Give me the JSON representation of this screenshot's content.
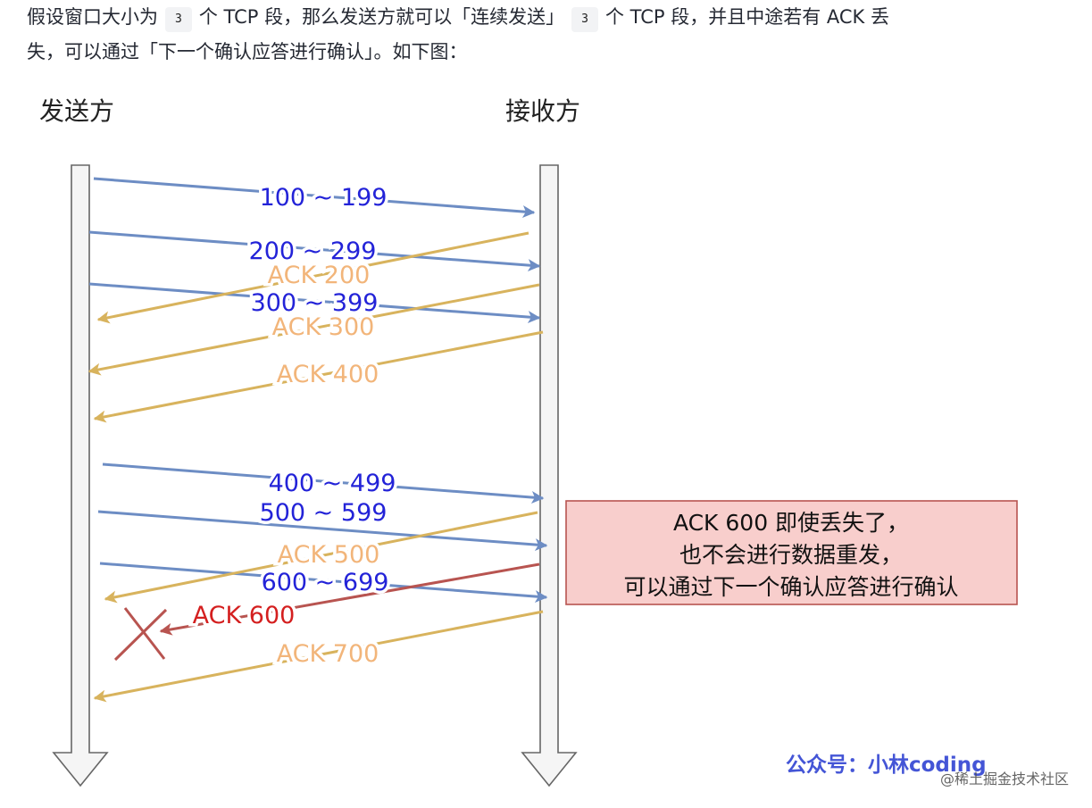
{
  "paragraph": {
    "line1_a": "假设窗口大小为",
    "code1": "3",
    "line1_b": "个 TCP 段，那么发送方就可以「连续发送」",
    "code2": "3",
    "line1_c": "个 TCP 段，并且中途若有 ACK 丢",
    "line2": "失，可以通过「下一个确认应答进行确认」。如下图："
  },
  "diagram": {
    "sender_label": "发送方",
    "receiver_label": "接收方",
    "segments": [
      {
        "label": "100 ~ 199",
        "status": "delivered"
      },
      {
        "label": "200 ~ 299",
        "status": "delivered"
      },
      {
        "label": "300 ~ 399",
        "status": "delivered"
      },
      {
        "label": "400 ~ 499",
        "status": "delivered"
      },
      {
        "label": "500 ~ 599",
        "status": "delivered"
      },
      {
        "label": "600 ~ 699",
        "status": "delivered"
      }
    ],
    "acks": [
      {
        "label": "ACK 200",
        "status": "delivered"
      },
      {
        "label": "ACK 300",
        "status": "delivered"
      },
      {
        "label": "ACK 400",
        "status": "delivered"
      },
      {
        "label": "ACK 500",
        "status": "delivered"
      },
      {
        "label": "ACK 600",
        "status": "lost"
      },
      {
        "label": "ACK 700",
        "status": "delivered"
      }
    ],
    "note_lines": [
      "ACK 600 即使丢失了，",
      "也不会进行数据重发，",
      "可以通过下一个确认应答进行确认"
    ],
    "brand": "公众号：小林coding",
    "watermark": "@稀土掘金技术社区",
    "colors": {
      "segment_arrow": "#6d8dc4",
      "segment_text": "#2323d8",
      "ack_arrow": "#d8b35d",
      "ack_text": "#f2b57a",
      "lost_ack": "#b85450",
      "lost_ack_text": "#d41f1f",
      "note_fill": "#f8cecc",
      "note_stroke": "#b85450",
      "timeline_fill": "#f5f5f5",
      "timeline_stroke": "#666666"
    }
  }
}
